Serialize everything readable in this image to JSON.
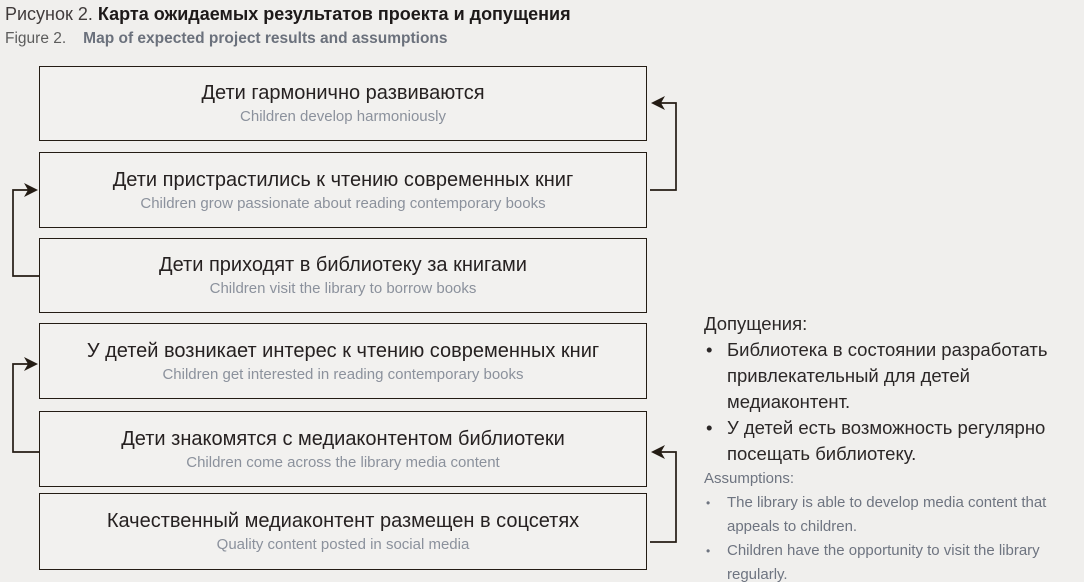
{
  "figure": {
    "label_ru": "Рисунок 2.",
    "title_ru": "Карта ожидаемых результатов проекта и допущения",
    "label_en": "Figure 2.",
    "title_en": "Map of expected project results and assumptions"
  },
  "boxes": [
    {
      "ru": "Дети гармонично развиваются",
      "en": "Children develop harmoniously"
    },
    {
      "ru": "Дети пристрастились к чтению современных книг",
      "en": "Children grow passionate about reading contemporary books"
    },
    {
      "ru": "Дети приходят в библиотеку за книгами",
      "en": "Children visit the library to borrow books"
    },
    {
      "ru": "У детей возникает интерес к чтению современных книг",
      "en": "Children get interested in reading contemporary books"
    },
    {
      "ru": "Дети знакомятся с медиаконтентом библиотеки",
      "en": "Children come across the library media content"
    },
    {
      "ru": "Качественный медиаконтент размещен в соцсетях",
      "en": "Quality content posted in social media"
    }
  ],
  "connectors": [
    {
      "from": "box-2",
      "to": "box-1",
      "side": "right"
    },
    {
      "from": "box-3",
      "to": "box-2",
      "side": "left"
    },
    {
      "from": "box-5",
      "to": "box-4",
      "side": "left"
    },
    {
      "from": "box-6",
      "to": "box-5",
      "side": "right"
    }
  ],
  "assumptions": {
    "bullet": "•",
    "heading_ru": "Допущения:",
    "items_ru": [
      "Библиотека в состоянии разработать привлекательный для детей медиаконтент.",
      "У детей есть возможность регулярно посещать библиотеку."
    ],
    "heading_en": "Assumptions:",
    "items_en": [
      "The library is able to develop media content that appeals to children.",
      "Children have the opportunity to visit the library regularly."
    ]
  },
  "colors": {
    "background": "#f0efed",
    "box_border": "#241c14",
    "text_primary": "#262121",
    "box_subtext": "#8b919c",
    "text_secondary": "#6e7480"
  }
}
